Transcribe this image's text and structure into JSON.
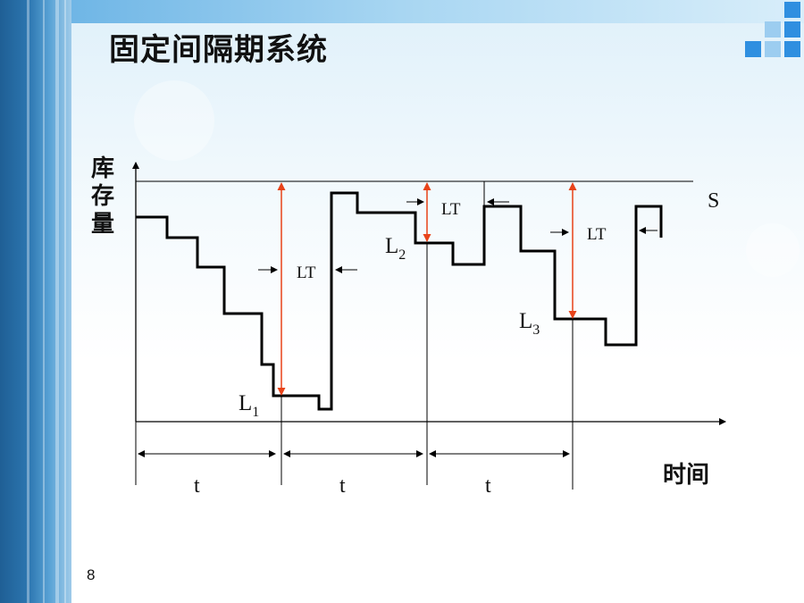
{
  "slide": {
    "title": "固定间隔期系统",
    "page_number": "8"
  },
  "diagram": {
    "y_axis_label_chars": [
      "库",
      "存",
      "量"
    ],
    "x_axis_label": "时间",
    "max_level_label": "S",
    "lead_time_label": "LT",
    "period_label": "t",
    "reorder_levels": [
      {
        "base": "L",
        "sub": "1"
      },
      {
        "base": "L",
        "sub": "2"
      },
      {
        "base": "L",
        "sub": "3"
      }
    ],
    "colors": {
      "inventory_line": "#000000",
      "order_arrow": "#e8431a",
      "axis": "#000000"
    }
  }
}
